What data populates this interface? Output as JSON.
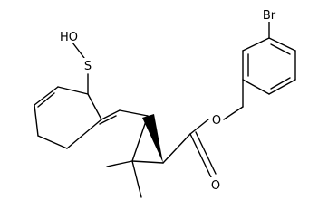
{
  "molecule": {
    "atoms": {
      "hydroxy": "HO",
      "sulfur": "S",
      "bromine": "Br",
      "ester_oxygen": "O",
      "carbonyl_oxygen": "O"
    },
    "colors": {
      "bond": "#000000",
      "background": "#ffffff"
    }
  }
}
